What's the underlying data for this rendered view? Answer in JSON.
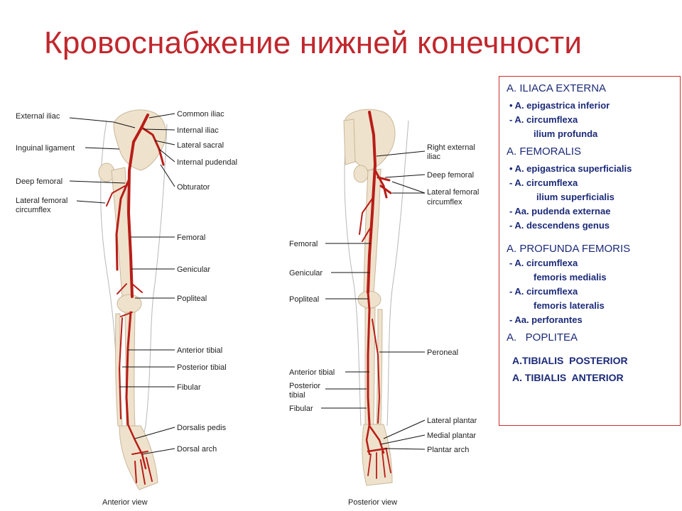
{
  "title": "Кровоснабжение нижней конечности",
  "anterior": {
    "view_label": "Anterior view",
    "labels_left": [
      "External iliac",
      "Inguinal ligament",
      "Deep femoral",
      "Lateral femoral",
      "circumflex"
    ],
    "labels_right": [
      "Common iliac",
      "Internal iliac",
      "Lateral sacral",
      "Internal pudendal",
      "Obturator",
      "Femoral",
      "Genicular",
      "Popliteal",
      "Anterior tibial",
      "Posterior tibial",
      "Fibular",
      "Dorsalis pedis",
      "Dorsal arch"
    ]
  },
  "posterior": {
    "view_label": "Posterior view",
    "labels_left": [
      "Femoral",
      "Genicular",
      "Popliteal",
      "Anterior tibial",
      "Posterior",
      "tibial",
      "Fibular"
    ],
    "labels_right": [
      "Right external",
      "iliac",
      "Deep femoral",
      "Lateral femoral",
      "circumflex",
      "Peroneal",
      "Lateral plantar",
      "Medial plantar",
      "Plantar arch"
    ]
  },
  "panel": {
    "items": [
      {
        "bullet": "",
        "text": "A. ILIACA EXTERNA"
      },
      {
        "bullet": "•",
        "text": "A. epigastrica inferior"
      },
      {
        "bullet": "-",
        "text": "A. circumflexa"
      },
      {
        "bullet": "",
        "text": "ilium profunda"
      },
      {
        "bullet": "",
        "text": "A. FEMORALIS"
      },
      {
        "bullet": "•",
        "text": "A. epigastrica superficialis"
      },
      {
        "bullet": "-",
        "text": "A. circumflexa"
      },
      {
        "bullet": "",
        "text": "ilium superficialis"
      },
      {
        "bullet": "-",
        "text": "Aa. pudenda externae"
      },
      {
        "bullet": "-",
        "text": "A. descendens genus"
      },
      {
        "bullet": "",
        "text": "A. PROFUNDA FEMORIS"
      },
      {
        "bullet": "-",
        "text": "A. circumflexa"
      },
      {
        "bullet": "",
        "text": "femoris medialis"
      },
      {
        "bullet": "-",
        "text": "A. circumflexa"
      },
      {
        "bullet": "",
        "text": "femoris lateralis"
      },
      {
        "bullet": "-",
        "text": "Aa. perforantes"
      },
      {
        "bullet": "",
        "text": "A.   POPLITEA"
      },
      {
        "bullet": "",
        "text": "A.TIBIALIS  POSTERIOR"
      },
      {
        "bullet": "",
        "text": "A. TIBIALIS  ANTERIOR"
      }
    ]
  },
  "colors": {
    "title": "#c0272d",
    "artery": "#b81d18",
    "bone": "#efe2cc",
    "panel_text": "#1b2a78",
    "panel_border": "#d02a2a"
  }
}
